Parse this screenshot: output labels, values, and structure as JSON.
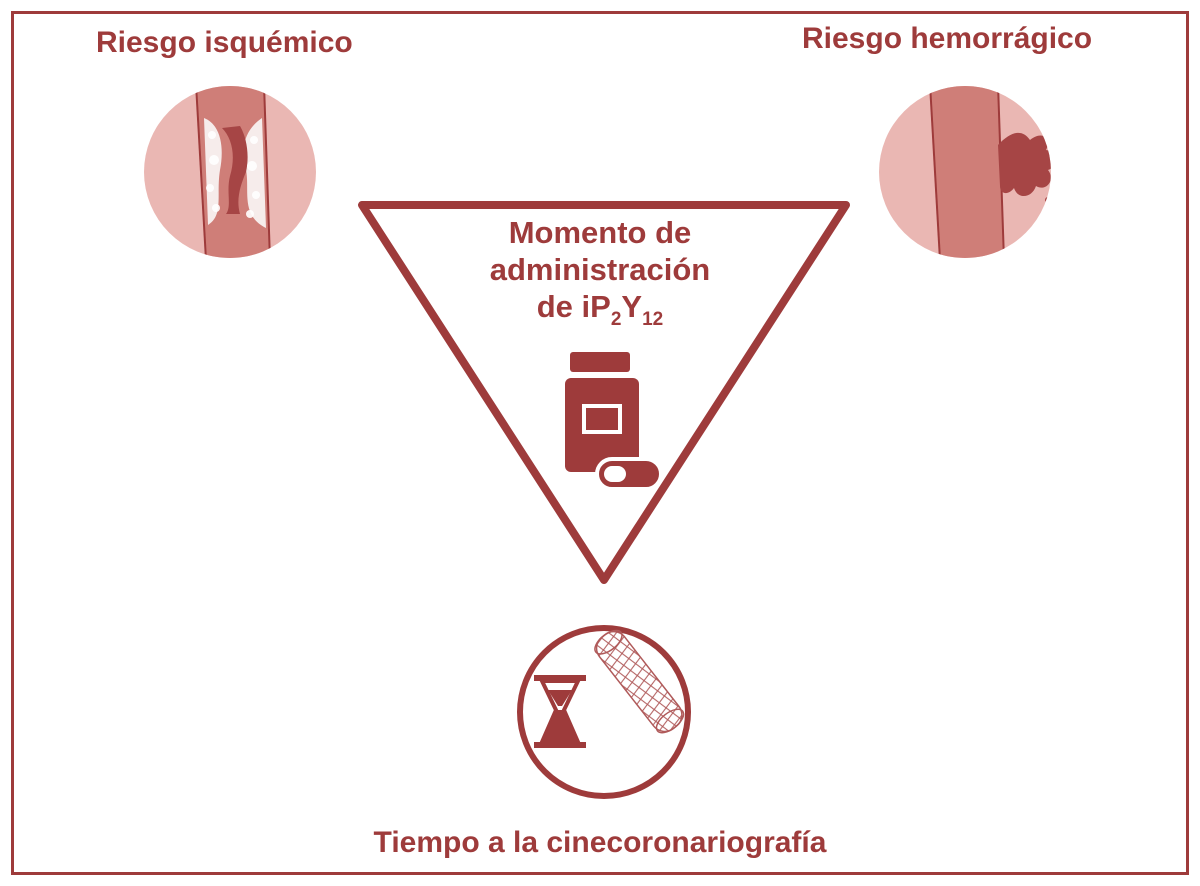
{
  "labels": {
    "ischemic": "Riesgo isquémico",
    "hemorrhagic": "Riesgo hemorrágico",
    "time": "Tiempo a la cinecoronariografía"
  },
  "center": {
    "line1": "Momento de",
    "line2": "administración",
    "line3_prefix": "de iP",
    "sub1": "2",
    "mid": "Y",
    "sub2": "12"
  },
  "colors": {
    "accent": "#9e3b3b",
    "pale": "#e9b9b6",
    "mid": "#d88b87"
  },
  "icons": [
    "stenosed-vessel-icon",
    "bleeding-vessel-icon",
    "medicine-bottle-icon",
    "capsule-icon",
    "hourglass-icon",
    "stent-icon"
  ]
}
